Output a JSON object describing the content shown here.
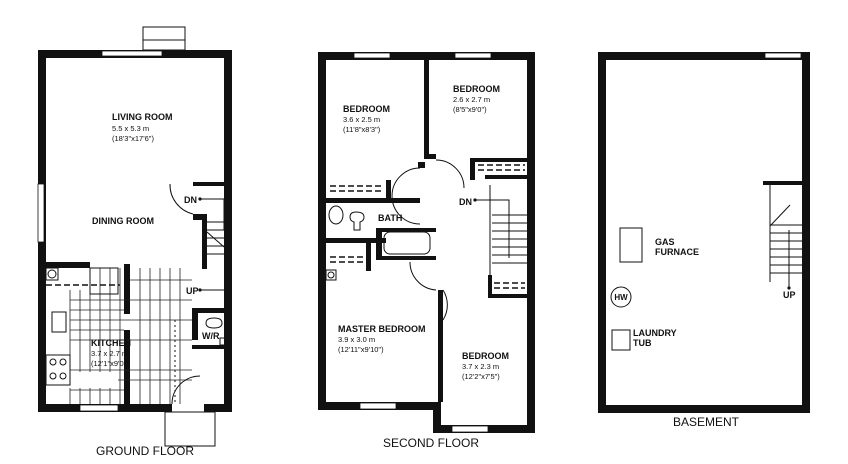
{
  "ground_floor": {
    "title": "GROUND FLOOR",
    "living_room": {
      "name": "LIVING ROOM",
      "metric": "5.5 x 5.3 m",
      "imperial": "(18'3\"x17'6\")"
    },
    "dining_room": {
      "name": "DINING ROOM"
    },
    "kitchen": {
      "name": "KITCHEN",
      "metric": "3.7 x 2.7 m",
      "imperial": "(12'1\"x9'0\")"
    },
    "walk_in": "W/R",
    "stair_down": "DN",
    "stair_up": "UP"
  },
  "second_floor": {
    "title": "SECOND FLOOR",
    "bedroom_nw": {
      "name": "BEDROOM",
      "metric": "3.6 x 2.5 m",
      "imperial": "(11'8\"x8'3\")"
    },
    "bedroom_ne": {
      "name": "BEDROOM",
      "metric": "2.6 x 2.7 m",
      "imperial": "(8'5\"x9'0\")"
    },
    "bath": "BATH",
    "stair_down": "DN",
    "master_bedroom": {
      "name": "MASTER BEDROOM",
      "metric": "3.9 x 3.0 m",
      "imperial": "(12'11\"x9'10\")"
    },
    "bedroom_se": {
      "name": "BEDROOM",
      "metric": "3.7 x 2.3 m",
      "imperial": "(12'2\"x7'5\")"
    }
  },
  "basement": {
    "title": "BASEMENT",
    "furnace": {
      "line1": "GAS",
      "line2": "FURNACE"
    },
    "water_heater": "HW",
    "laundry": {
      "line1": "LAUNDRY",
      "line2": "TUB"
    },
    "stair_up": "UP"
  }
}
